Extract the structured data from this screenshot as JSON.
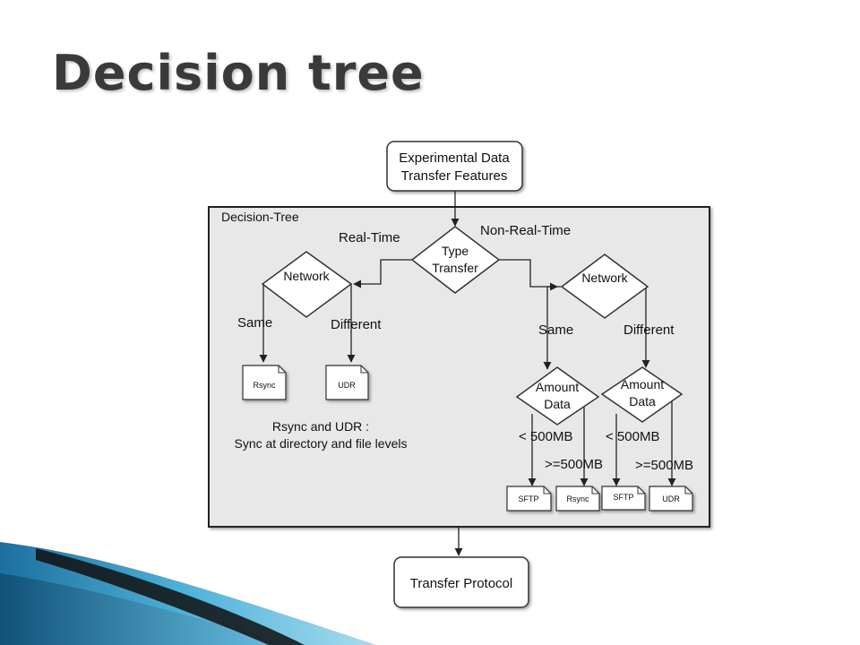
{
  "slide": {
    "title": "Decision tree"
  },
  "diagram": {
    "input_node": {
      "line1": "Experimental Data",
      "line2": "Transfer Features"
    },
    "container_label": "Decision-Tree",
    "root": {
      "line1": "Type",
      "line2": "Transfer"
    },
    "edge_real_time": "Real-Time",
    "edge_non_real_time": "Non-Real-Time",
    "left_network": "Network",
    "right_network": "Network",
    "left_same": "Same",
    "left_different": "Different",
    "right_same": "Same",
    "right_different": "Different",
    "doc_rsync_left": "Rsync",
    "doc_udr_left": "UDR",
    "note_line1": "Rsync and UDR :",
    "note_line2": "Sync at directory and file levels",
    "amount_left": {
      "line1": "Amount",
      "line2": "Data"
    },
    "amount_right": {
      "line1": "Amount",
      "line2": "Data"
    },
    "lt_left": "< 500MB",
    "gte_left": ">=500MB",
    "lt_right": "< 500MB",
    "gte_right": ">=500MB",
    "doc_sftp_1": "SFTP",
    "doc_rsync_2": "Rsync",
    "doc_sftp_2": "SFTP",
    "doc_udr_2": "UDR",
    "output_node": "Transfer Protocol"
  }
}
